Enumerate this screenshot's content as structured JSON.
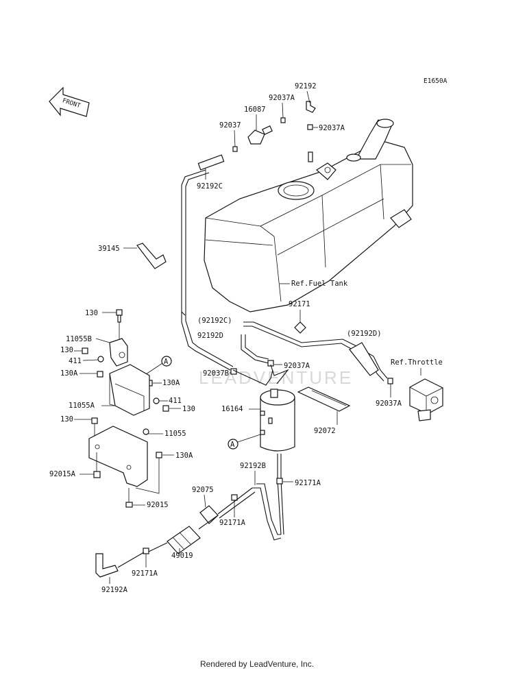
{
  "diagram": {
    "code": "E1650A",
    "direction_label": "FRONT",
    "watermark": "LEADVENTURE",
    "footer": "Rendered by LeadVenture, Inc.",
    "callout_marker": "A",
    "labels": {
      "p92192": "92192",
      "p92037A_a": "92037A",
      "p16087": "16087",
      "p92037": "92037",
      "p92037A_b": "92037A",
      "p92192C": "92192C",
      "p39145": "39145",
      "ref_fuel_tank": "Ref.Fuel Tank",
      "p92171": "92171",
      "p130_a": "130",
      "p92192C_paren": "(92192C)",
      "p92192D": "92192D",
      "p92192D_paren": "(92192D)",
      "p11055B": "11055B",
      "p130_b": "130",
      "p411_a": "411",
      "ref_throttle": "Ref.Throttle",
      "p130A_a": "130A",
      "p130A_b": "130A",
      "p92037B": "92037B",
      "p92037A_c": "92037A",
      "p411_b": "411",
      "p11055A": "11055A",
      "p130_c": "130",
      "p16164": "16164",
      "p92037A_d": "92037A",
      "p130_d": "130",
      "p11055": "11055",
      "p92072": "92072",
      "p130A_c": "130A",
      "p92015A": "92015A",
      "p92192B": "92192B",
      "p92171A_a": "92171A",
      "p92015": "92015",
      "p92075": "92075",
      "p92171A_b": "92171A",
      "p49019": "49019",
      "p92171A_c": "92171A",
      "p92192A": "92192A"
    }
  }
}
